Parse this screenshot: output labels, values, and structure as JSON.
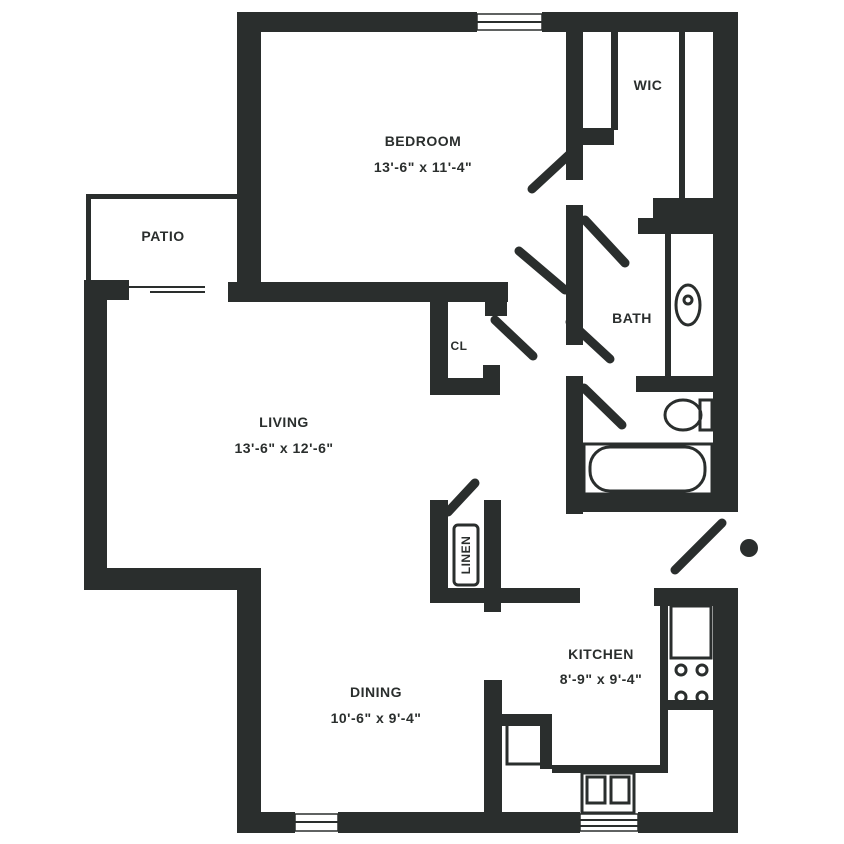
{
  "floor_plan": {
    "line_color": "#2a2e2d",
    "background": "#ffffff",
    "rooms": [
      {
        "id": "bedroom",
        "name": "BEDROOM",
        "dimensions": "13'-6\" x 11'-4\""
      },
      {
        "id": "living",
        "name": "LIVING",
        "dimensions": "13'-6\" x 12'-6\""
      },
      {
        "id": "dining",
        "name": "DINING",
        "dimensions": "10'-6\" x 9'-4\""
      },
      {
        "id": "kitchen",
        "name": "KITCHEN",
        "dimensions": "8'-9\" x 9'-4\""
      },
      {
        "id": "bath",
        "name": "BATH",
        "dimensions": ""
      },
      {
        "id": "patio",
        "name": "PATIO",
        "dimensions": ""
      },
      {
        "id": "wic",
        "name": "WIC",
        "dimensions": ""
      },
      {
        "id": "closet",
        "name": "CL",
        "dimensions": ""
      },
      {
        "id": "linen",
        "name": "LINEN",
        "dimensions": ""
      }
    ],
    "fixtures": [
      "toilet",
      "bathtub",
      "sink",
      "refrigerator",
      "range",
      "double-sink",
      "washer-dryer"
    ],
    "entry_marker": "entry-dot"
  }
}
